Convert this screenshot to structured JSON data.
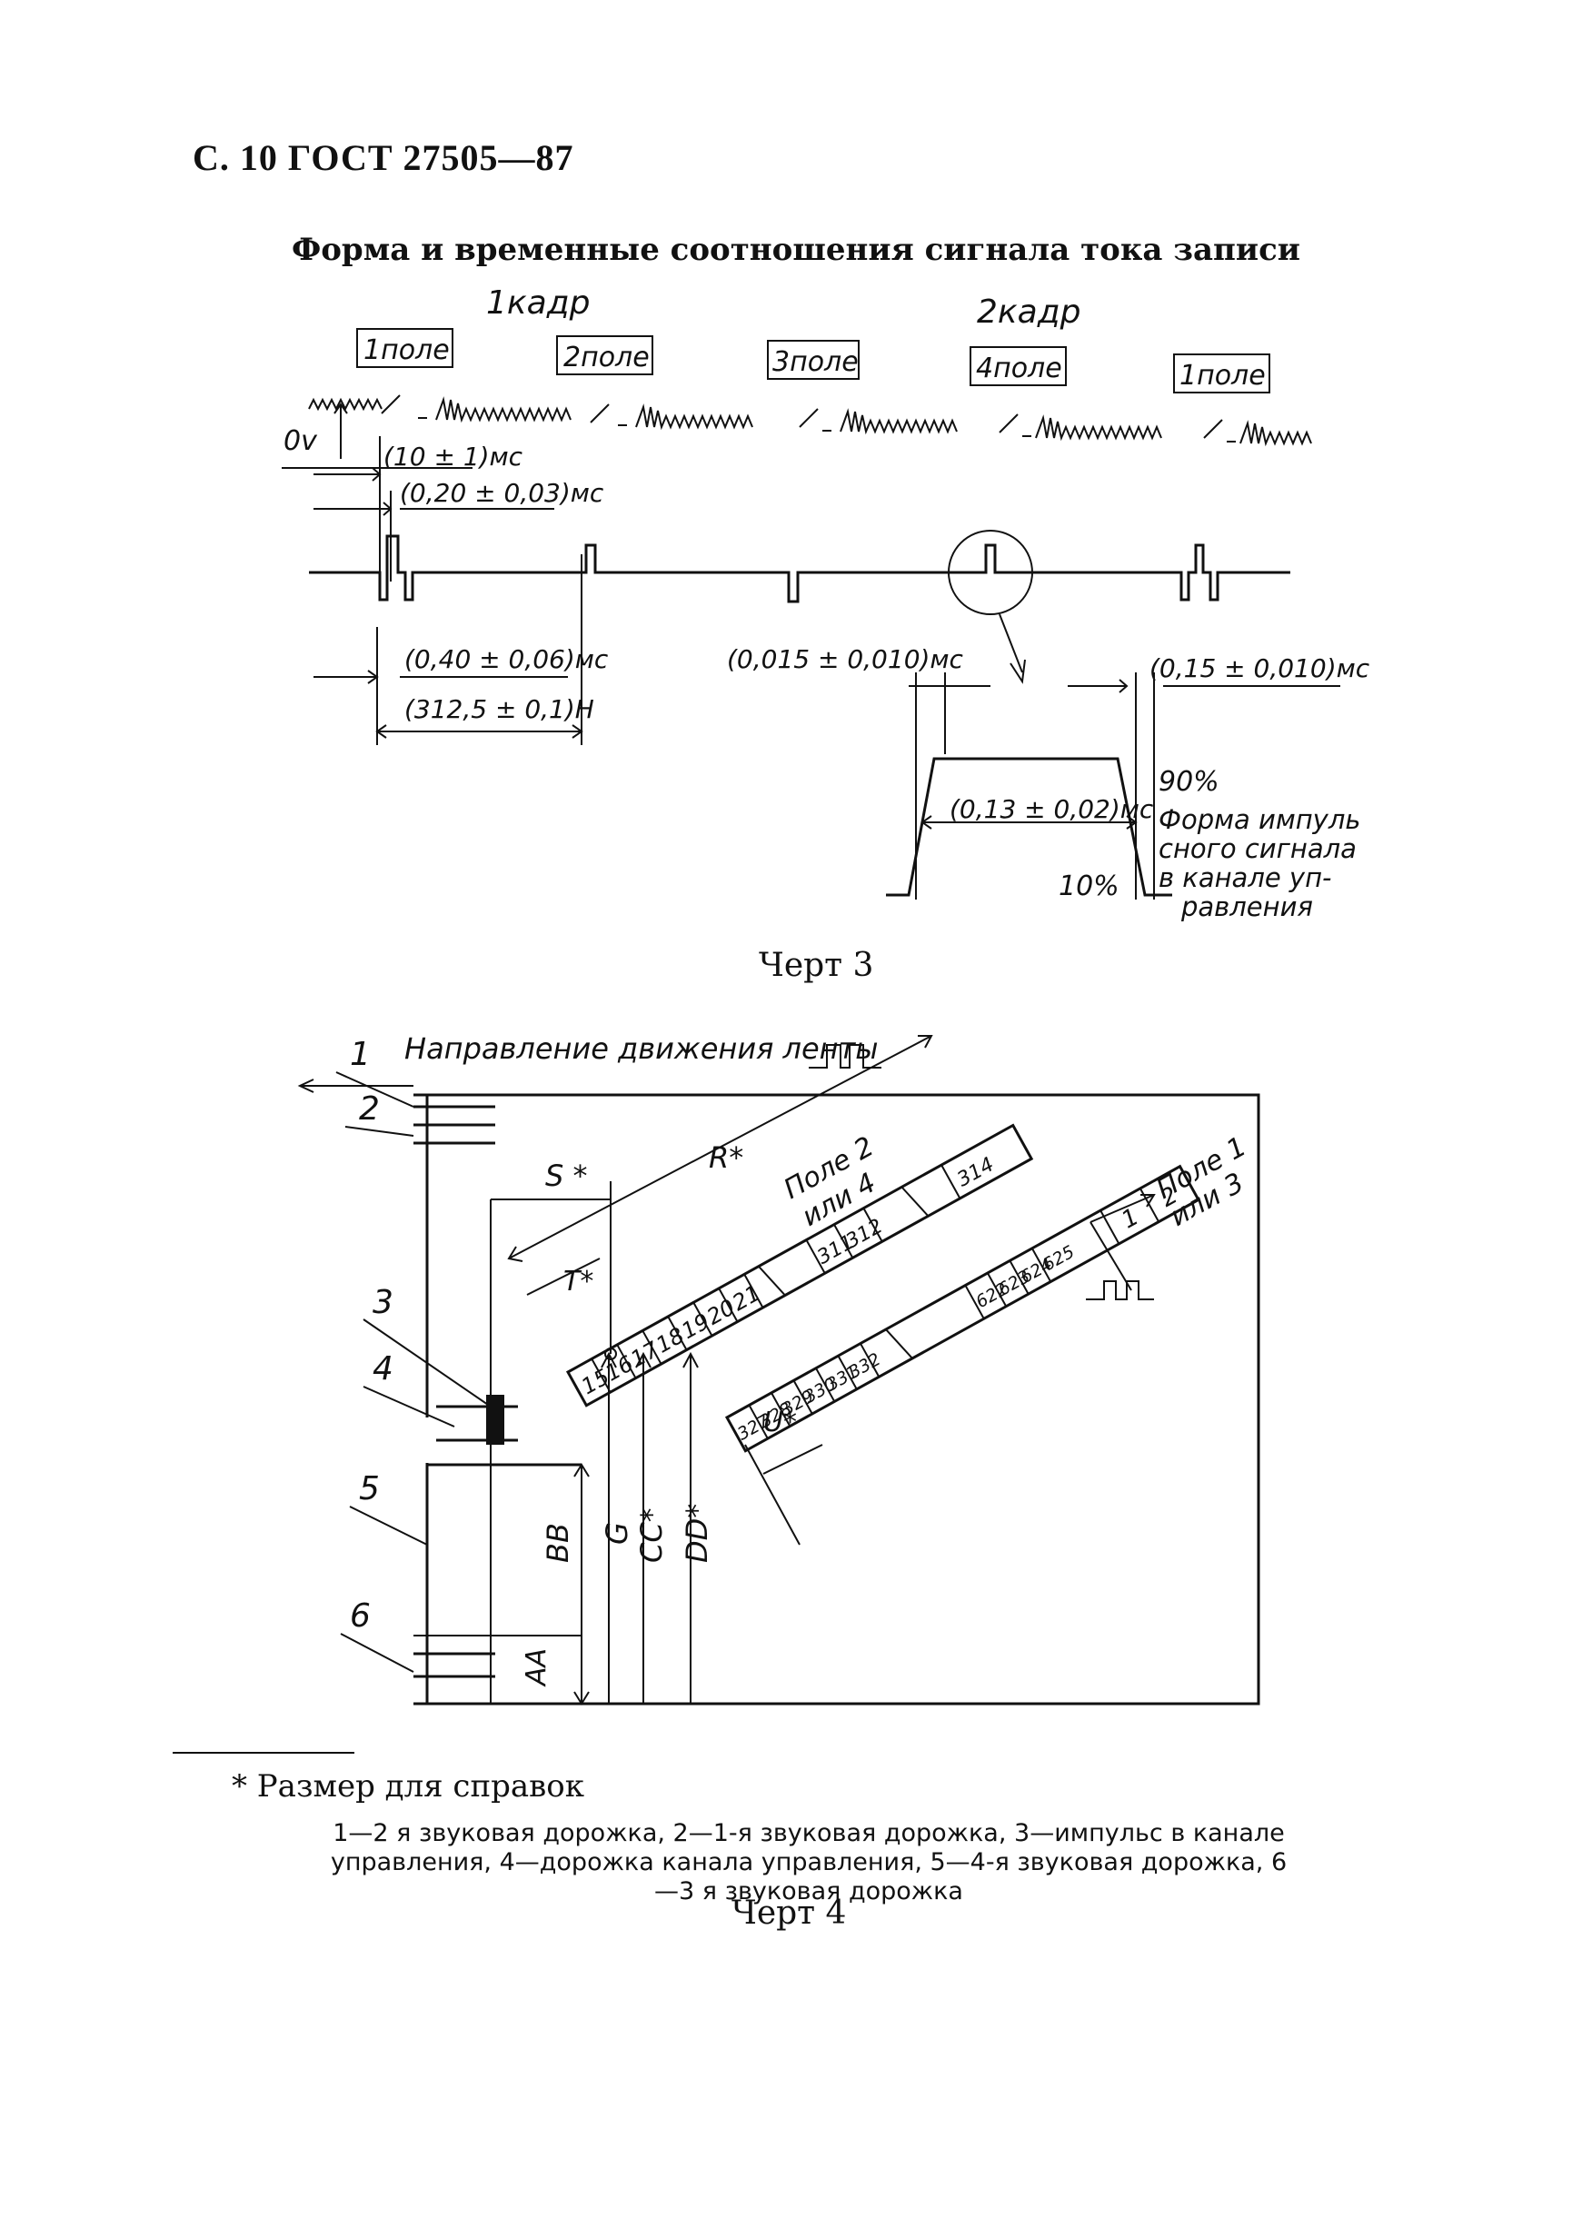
{
  "header": {
    "text": "С. 10 ГОСТ 27505—87"
  },
  "figure3": {
    "title": "Форма и временные соотношения сигнала тока записи",
    "frames": [
      "1кадр",
      "2кадр"
    ],
    "fields": [
      "1поле",
      "2поле",
      "3поле",
      "4поле",
      "1поле"
    ],
    "level_label": "0v",
    "dim_1": "(10 ± 1)мс",
    "dim_2": "(0,20 ± 0,03)мс",
    "dim_3": "(0,40 ± 0,06)мс",
    "dim_4": "(312,5 ± 0,1)H",
    "dim_5": "(0,015 ± 0,010)мс",
    "dim_6": "(0,15 ± 0,010)мс",
    "dim_7": "(0,13 ± 0,02)мс",
    "pct_90": "90%",
    "pct_10": "10%",
    "pulse_note": [
      "Форма импуль",
      "сного сигнала",
      "в канале уп-",
      "равления"
    ],
    "caption": "Черт 3"
  },
  "figure4": {
    "direction": "Направление движения ленты",
    "track_numbers": [
      "1",
      "2",
      "3",
      "4",
      "5",
      "6"
    ],
    "dims": {
      "S": "S *",
      "R": "R*",
      "T": "T*",
      "U": "U*",
      "BB": "BB",
      "G": "G",
      "CC": "CC*",
      "DD": "DD*",
      "AA": "AA"
    },
    "field_top": [
      "Поле 2",
      "или 4"
    ],
    "field_right": [
      "Поле 1",
      "или 3"
    ],
    "upper_track": [
      "15",
      "16",
      "17",
      "18",
      "19",
      "20",
      "21",
      "311",
      "312",
      "314"
    ],
    "lower_track": [
      "327",
      "328",
      "329",
      "330",
      "331",
      "332",
      "622",
      "623",
      "624",
      "625",
      "1",
      "2"
    ],
    "caption": "Черт 4"
  },
  "footnote": "* Размер для справок",
  "legend": "1—2 я звуковая дорожка, 2—1-я звуковая дорожка, 3—импульс в канале управления, 4—дорожка канала управления, 5—4-я звуковая дорожка, 6—3 я звуковая дорожка"
}
